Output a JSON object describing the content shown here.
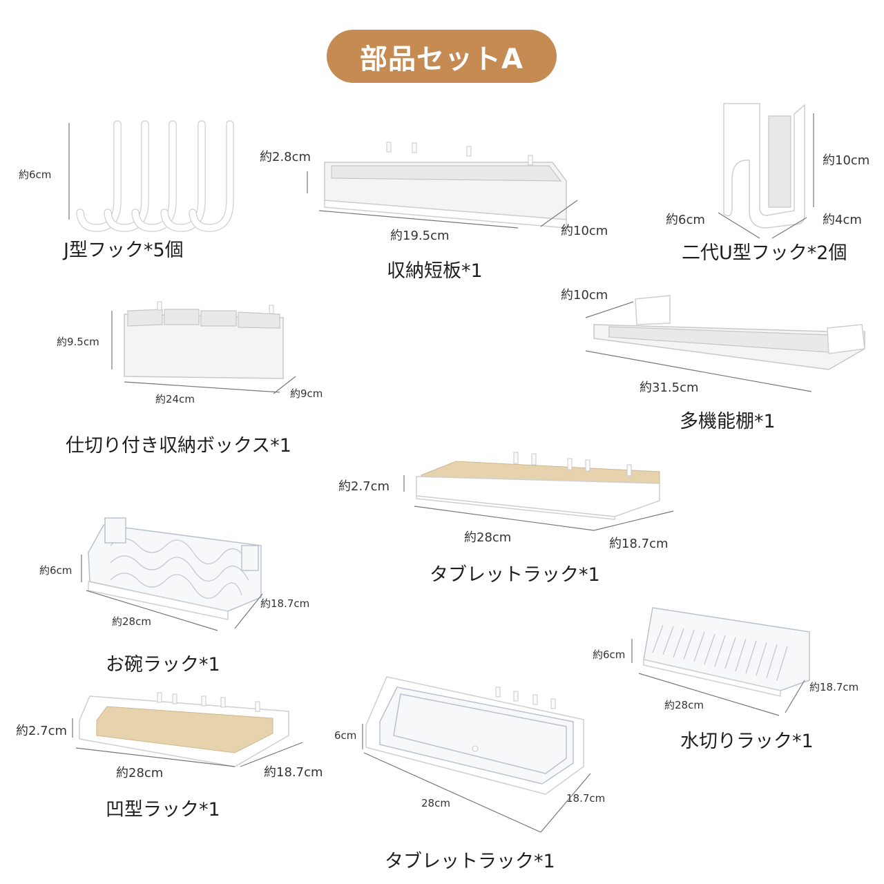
{
  "title": "部品セットA",
  "items": [
    {
      "label": "J型フック*5個",
      "dims": {
        "height": "約6cm"
      }
    },
    {
      "label": "収納短板*1",
      "dims": {
        "height": "約2.8cm",
        "width": "約19.5cm",
        "depth": "約10cm"
      }
    },
    {
      "label": "二代U型フック*2個",
      "dims": {
        "height": "約10cm",
        "width": "約6cm",
        "depth": "約4cm"
      }
    },
    {
      "label": "仕切り付き収納ボックス*1",
      "dims": {
        "height": "約9.5cm",
        "width": "約24cm",
        "depth": "約9cm"
      }
    },
    {
      "label": "多機能棚*1",
      "dims": {
        "depth": "約10cm",
        "width": "約31.5cm"
      }
    },
    {
      "label": "タブレットラック*1",
      "dims": {
        "height": "約2.7cm",
        "width": "約28cm",
        "depth": "約18.7cm"
      }
    },
    {
      "label": "お碗ラック*1",
      "dims": {
        "height": "約6cm",
        "width": "約28cm",
        "depth": "約18.7cm"
      }
    },
    {
      "label": "水切りラック*1",
      "dims": {
        "height": "約6cm",
        "width": "約28cm",
        "depth": "約18.7cm"
      }
    },
    {
      "label": "凹型ラック*1",
      "dims": {
        "height": "約2.7cm",
        "width": "約28cm",
        "depth": "約18.7cm"
      }
    },
    {
      "label": "タブレットラック*1",
      "dims": {
        "height": "6cm",
        "width": "28cm",
        "depth": "18.7cm"
      }
    }
  ]
}
